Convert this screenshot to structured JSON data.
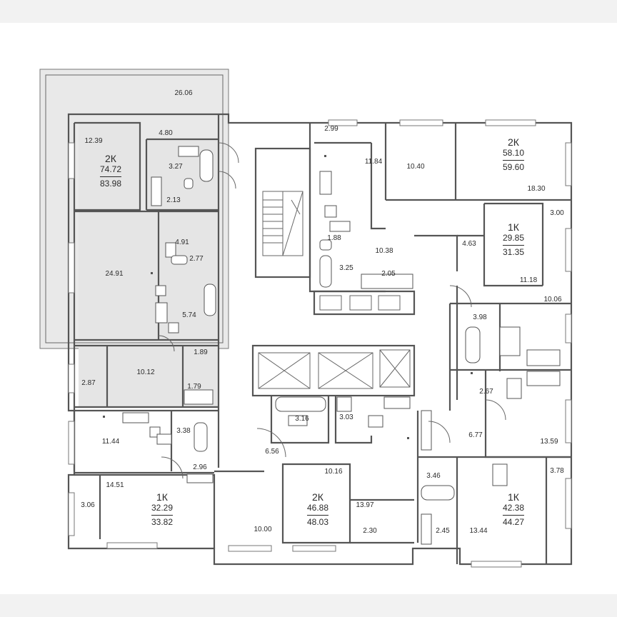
{
  "rooms": [
    {
      "id": "terrace",
      "area": "26.06"
    },
    {
      "id": "r1",
      "area": "12.39"
    },
    {
      "id": "r2",
      "area": "4.80"
    },
    {
      "id": "r3",
      "area": "3.27"
    },
    {
      "id": "r4",
      "area": "2.13"
    },
    {
      "id": "r5",
      "area": "4.91"
    },
    {
      "id": "r6",
      "area": "2.77"
    },
    {
      "id": "r7",
      "area": "24.91"
    },
    {
      "id": "r8",
      "area": "5.74"
    },
    {
      "id": "r9",
      "area": "1.89"
    },
    {
      "id": "r10",
      "area": "10.12"
    },
    {
      "id": "r11",
      "area": "2.87"
    },
    {
      "id": "r12",
      "area": "1.79"
    },
    {
      "id": "r13",
      "area": "11.44"
    },
    {
      "id": "r14",
      "area": "3.38"
    },
    {
      "id": "r15",
      "area": "2.96"
    },
    {
      "id": "r16",
      "area": "14.51"
    },
    {
      "id": "r17",
      "area": "3.06"
    },
    {
      "id": "r18",
      "area": "10.00"
    },
    {
      "id": "r19",
      "area": "10.16"
    },
    {
      "id": "r20",
      "area": "13.97"
    },
    {
      "id": "r21",
      "area": "2.30"
    },
    {
      "id": "r22",
      "area": "6.56"
    },
    {
      "id": "r23",
      "area": "3.16"
    },
    {
      "id": "r24",
      "area": "3.03"
    },
    {
      "id": "r25",
      "area": "2.99"
    },
    {
      "id": "r26",
      "area": "11.84"
    },
    {
      "id": "r27",
      "area": "1.88"
    },
    {
      "id": "r28",
      "area": "10.38"
    },
    {
      "id": "r29",
      "area": "3.25"
    },
    {
      "id": "r30",
      "area": "2.05"
    },
    {
      "id": "r31",
      "area": "10.40"
    },
    {
      "id": "r32",
      "area": "18.30"
    },
    {
      "id": "r33",
      "area": "3.00"
    },
    {
      "id": "r34",
      "area": "4.63"
    },
    {
      "id": "r35",
      "area": "11.18"
    },
    {
      "id": "r36",
      "area": "10.06"
    },
    {
      "id": "r37",
      "area": "3.98"
    },
    {
      "id": "r38",
      "area": "2.67"
    },
    {
      "id": "r39",
      "area": "6.77"
    },
    {
      "id": "r40",
      "area": "13.59"
    },
    {
      "id": "r41",
      "area": "3.46"
    },
    {
      "id": "r42",
      "area": "3.78"
    },
    {
      "id": "r43",
      "area": "2.45"
    },
    {
      "id": "r44",
      "area": "13.44"
    }
  ],
  "units": [
    {
      "id": "u1",
      "type": "2К",
      "living": "74.72",
      "total": "83.98"
    },
    {
      "id": "u2",
      "type": "1К",
      "living": "32.29",
      "total": "33.82"
    },
    {
      "id": "u3",
      "type": "2К",
      "living": "46.88",
      "total": "48.03"
    },
    {
      "id": "u4",
      "type": "2К",
      "living": "58.10",
      "total": "59.60"
    },
    {
      "id": "u5",
      "type": "1К",
      "living": "29.85",
      "total": "31.35"
    },
    {
      "id": "u6",
      "type": "1К",
      "living": "42.38",
      "total": "44.27"
    }
  ]
}
